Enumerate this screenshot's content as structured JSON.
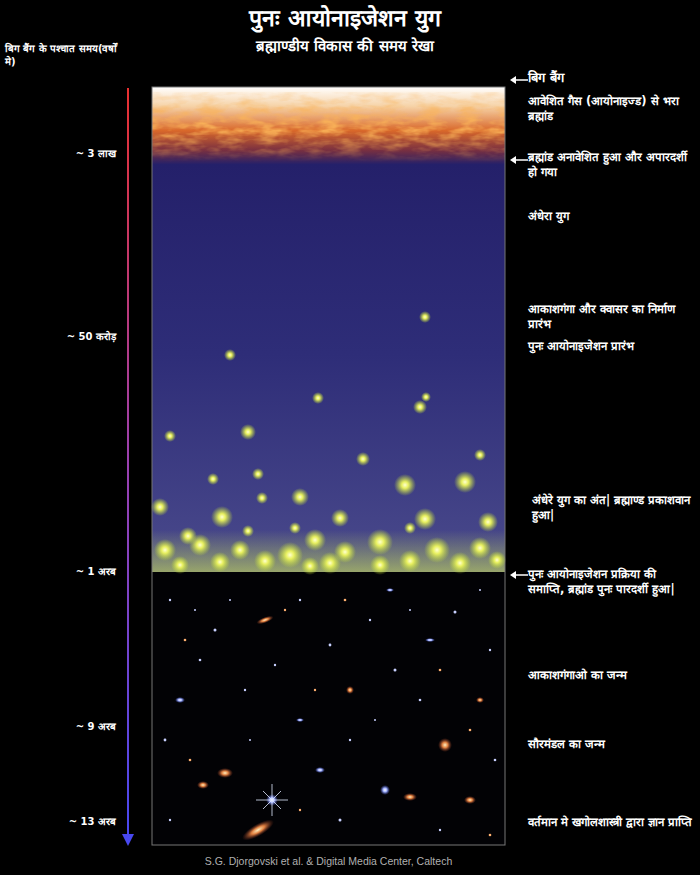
{
  "diagram": {
    "title": "पुनः आयोनाइजेशन युग",
    "caption": "S.G. Djorgovski et al. & Digital Media Center, Caltech",
    "labels": [
      "ब्रह्माण्डीय विकास की समय रेखा",
      "बिग बैंग के पश्चात समय(वर्षों मे)",
      "बिग बैंग",
      "आवेशित गैस (आयोनाइज्ड) से भरा ब्रह्मांड",
      "~ 3 लाख",
      "ब्रह्मांड अनावेशित हुआ और अपारदर्शी हो गया",
      "अंधेरा युग",
      "आकाशगंगा और क्वासर का निर्माण प्रारंभ",
      "~ 50 करोड़",
      "पुनः आयोनाइजेशन प्रारंभ",
      "अंधेरे युग का अंत| ब्रह्माण्ड प्रकाशवान हुआ|",
      "~ 1 अरब",
      "पुनः आयोनाइजेशन प्रक्रिया की समाप्ति, ब्रह्मांड पुनः पारदर्शी हुआ|",
      "आकाशगंगाओ का जन्म",
      "~ 9 अरब",
      "सौरमंडल का जन्म",
      "~ 13 अरब",
      "वर्तमान मे खगोलशास्त्री द्वारा ज्ञान प्राप्ति"
    ]
  }
}
